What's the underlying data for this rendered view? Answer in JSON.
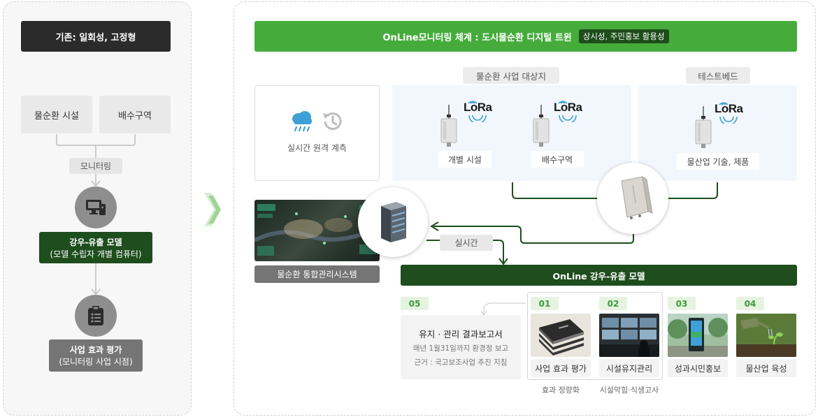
{
  "left": {
    "header": "기존: 일회성, 고정형",
    "facility": "물순환 시설",
    "zone": "배수구역",
    "monitoring": "모니터링",
    "model_title": "강우-유출 모델",
    "model_sub": "(모델 수립자 개별 컴퓨터)",
    "eval_title": "사업 효과 평가",
    "eval_sub": "(모니터링 사업 시점)"
  },
  "right": {
    "banner_title": "OnLine모니터링 체계 : 도시물순환 디지털 트윈",
    "banner_tag": "상시성, 주민홍보 활용성",
    "remote_label": "실시간 원격 계측",
    "target_section": "물순환 사업 대상지",
    "testbed_section": "테스트베드",
    "lora_text": "LoRa",
    "sensor1_label": "개별 시설",
    "sensor2_label": "배수구역",
    "sensor3_label": "물산업 기술, 제품",
    "system_label": "물순환 통합관리시스템",
    "realtime_label": "실시간",
    "online_model": "OnLine 강우-유출 모델",
    "steps": [
      {
        "num": "01",
        "label": "사업 효과 평가",
        "caption": "효과 정량화"
      },
      {
        "num": "02",
        "label": "시설유지관리",
        "caption": "시설막힘·식생고사"
      },
      {
        "num": "03",
        "label": "성과시민홍보",
        "caption": ""
      },
      {
        "num": "04",
        "label": "물산업 육성",
        "caption": ""
      }
    ],
    "report": {
      "num": "05",
      "title": "유지 · 관리 결과보고서",
      "line1": "매년 1월31일까지 환경청 보고",
      "line2": "근거 : 국고보조사업 추진 지침"
    }
  },
  "colors": {
    "accent_green": "#45ac3c",
    "dark_green": "#1e4d1e",
    "step_green": "#3c9b34"
  }
}
